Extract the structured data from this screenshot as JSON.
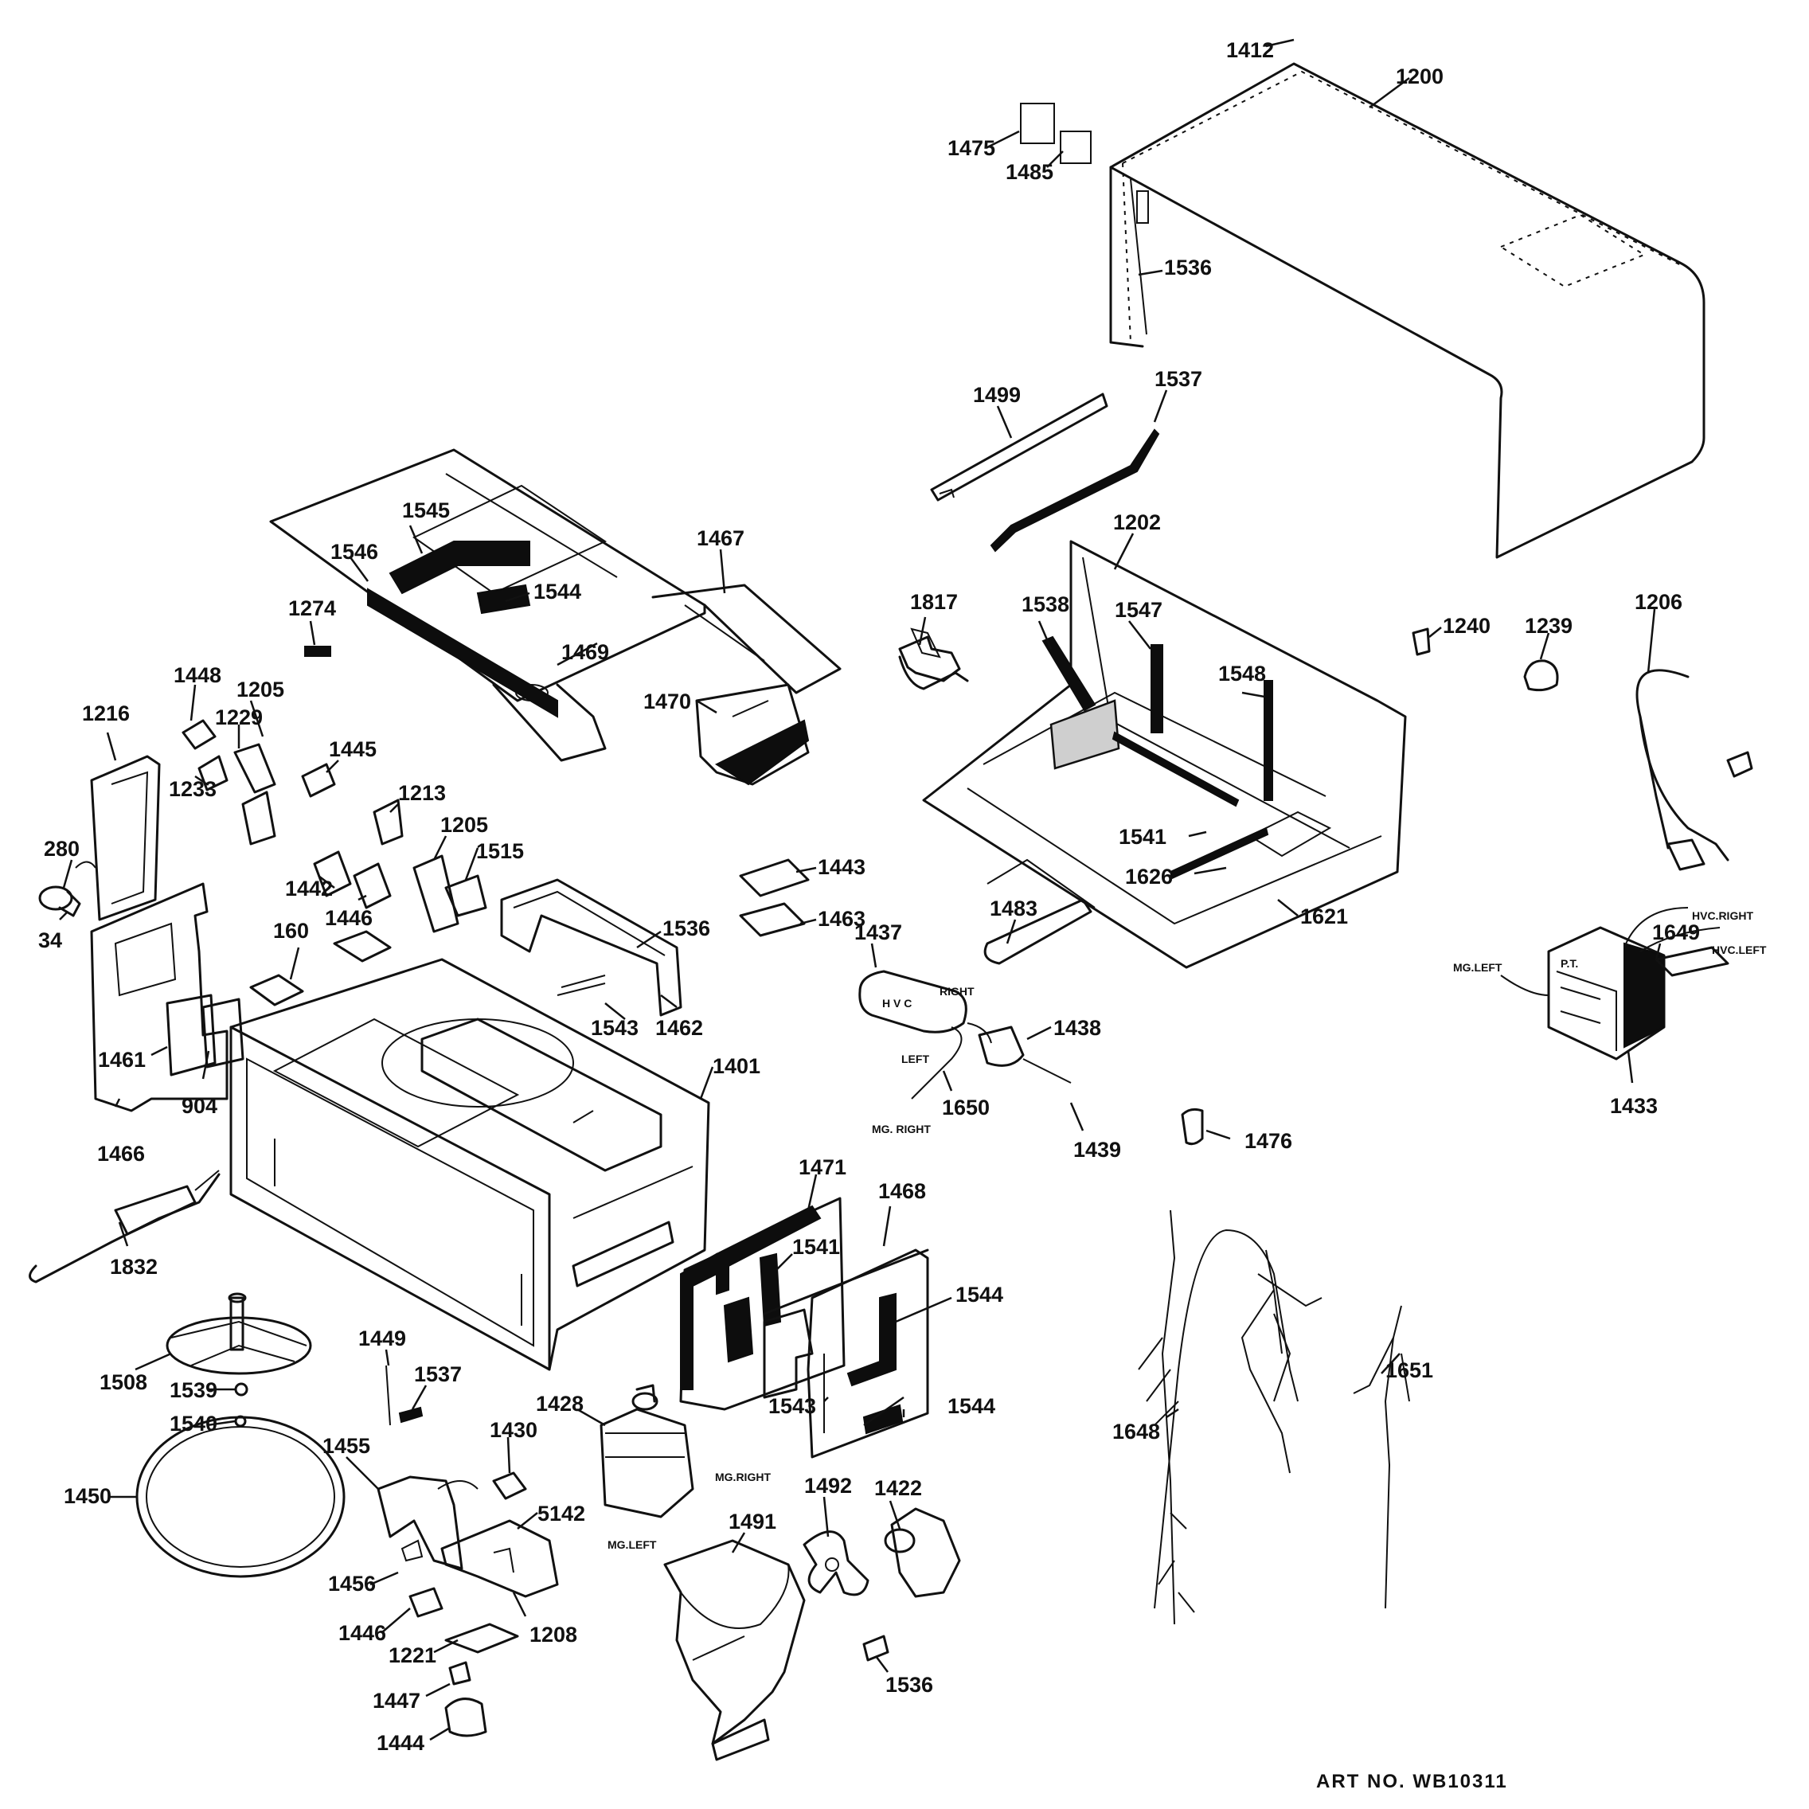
{
  "diagram": {
    "art_no": "ART NO. WB10311",
    "callouts": [
      "1412",
      "1200",
      "1475",
      "1485",
      "1536",
      "1499",
      "1537",
      "1202",
      "1545",
      "1546",
      "1544",
      "1467",
      "1274",
      "1469",
      "1470",
      "1817",
      "1538",
      "1547",
      "1548",
      "1240",
      "1239",
      "1206",
      "1448",
      "1205",
      "1229",
      "1216",
      "1233",
      "1445",
      "1213",
      "1205",
      "1515",
      "280",
      "1442",
      "1446",
      "34",
      "160",
      "1443",
      "1463",
      "1536",
      "1437",
      "1541",
      "1626",
      "1483",
      "1621",
      "1649",
      "1543",
      "1462",
      "1438",
      "1461",
      "904",
      "1401",
      "1466",
      "1650",
      "1439",
      "1476",
      "1433",
      "1471",
      "1468",
      "1541",
      "1832",
      "1544",
      "1449",
      "1537",
      "1508",
      "1539",
      "1543",
      "1544",
      "1540",
      "1428",
      "1455",
      "1430",
      "5142",
      "1450",
      "1492",
      "1422",
      "1491",
      "1648",
      "1651",
      "1456",
      "1446",
      "1208",
      "1221",
      "1447",
      "1536",
      "1444"
    ],
    "wire_tags": [
      "HVC.RIGHT",
      "HVC.LEFT",
      "MG.LEFT",
      "P.T.",
      "H V C",
      "RIGHT",
      "LEFT",
      "MG. RIGHT",
      "MG.RIGHT",
      "MG.LEFT"
    ]
  }
}
